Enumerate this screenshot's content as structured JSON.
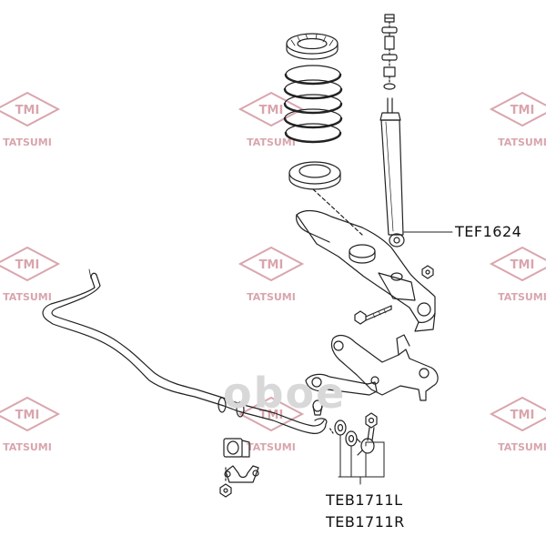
{
  "watermark": {
    "logo_text": "TMI",
    "brand_text": "TATSUMI",
    "color": "#d9a5ad",
    "site_mark": "oboe"
  },
  "parts": [
    {
      "code": "TEF1624"
    },
    {
      "code": "TEB1711L"
    },
    {
      "code": "TEB1711R"
    }
  ],
  "colors": {
    "line": "#222222",
    "background": "#ffffff"
  }
}
